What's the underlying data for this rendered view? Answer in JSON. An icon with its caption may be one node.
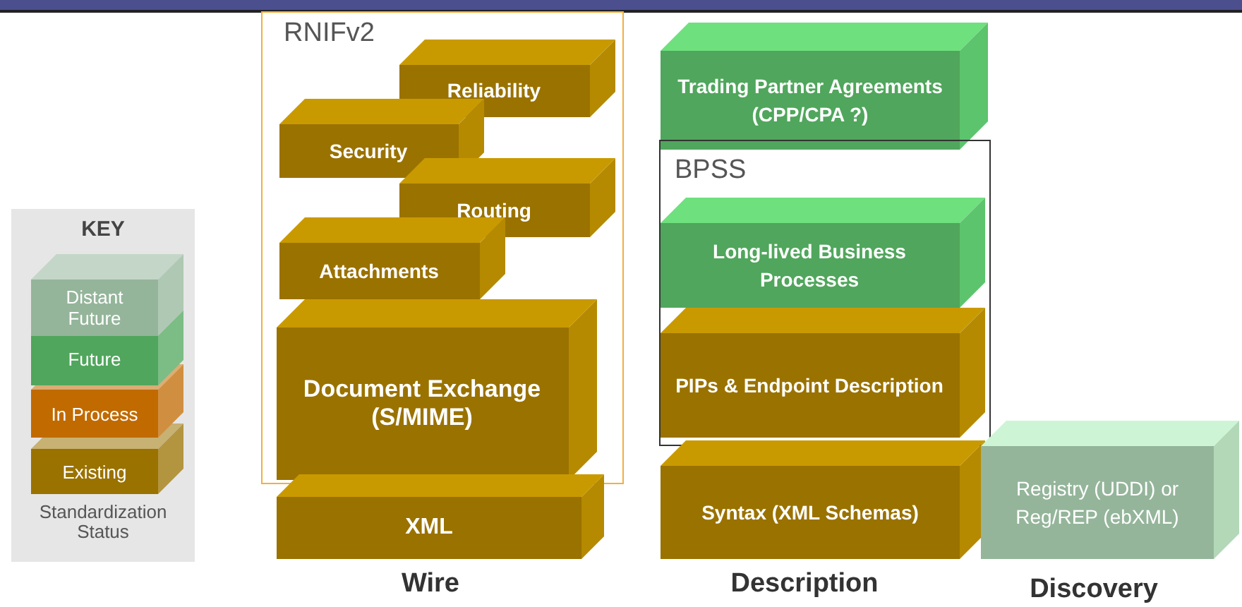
{
  "diagram": {
    "nodes": [
      {
        "text": [
          "RNIFv2"
        ]
      },
      {
        "text": [
          "Reliability"
        ],
        "in": 0
      },
      {
        "text": [
          "Security"
        ],
        "in": 0
      },
      {
        "text": [
          "Routing"
        ],
        "in": 0
      },
      {
        "text": [
          "Attachments"
        ],
        "in": 0
      },
      {
        "text": [
          "Document Exchange (S/MIME)"
        ],
        "in": 0
      },
      {
        "text": [
          "XML"
        ]
      },
      {
        "text": [
          "Trading Partner Agreements (CPP/CPA ?)"
        ]
      },
      {
        "text": [
          "BPSS"
        ]
      },
      {
        "text": [
          "Long-lived Business Processes"
        ],
        "in": 8
      },
      {
        "text": [
          "PIPs & Endpoint Description"
        ],
        "in": 8
      },
      {
        "text": [
          "Syntax (XML Schemas)"
        ]
      },
      {
        "text": [
          "Registry (UDDI) or Reg/REP (ebXML)"
        ]
      }
    ],
    "edges": [],
    "labels": [
      "KEY",
      "Standardization Status",
      "Wire",
      "Description",
      "Discovery"
    ],
    "legend": [
      {
        "text": "Distant Future",
        "color": "#94b59a"
      },
      {
        "text": "Future",
        "color": "#50a65c"
      },
      {
        "text": "In Process",
        "color": "#c06a00"
      },
      {
        "text": "Existing",
        "color": "#9a7200"
      }
    ]
  }
}
